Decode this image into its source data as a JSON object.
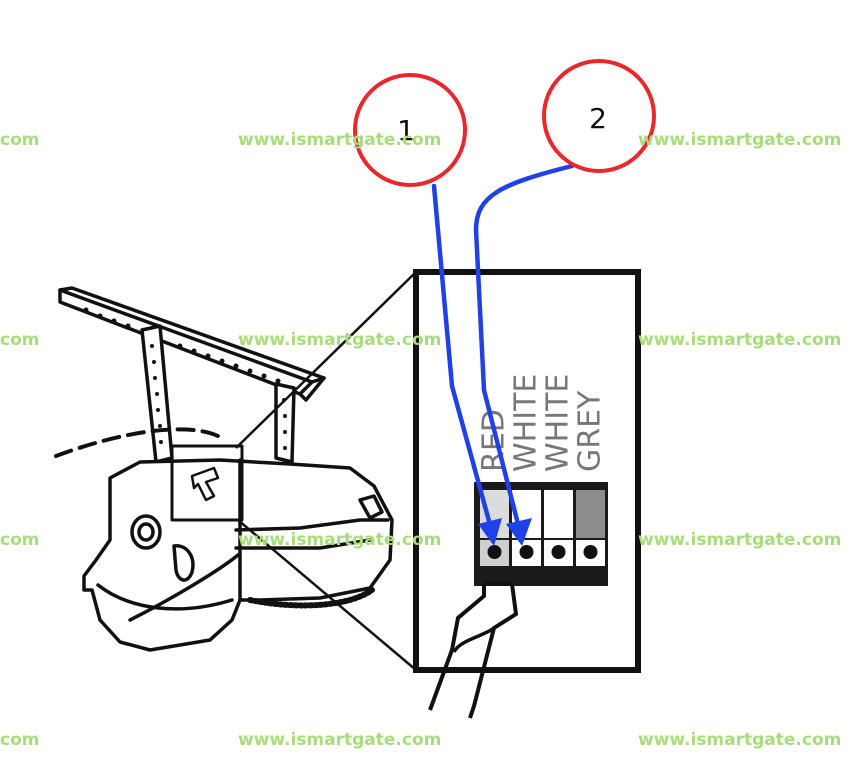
{
  "watermark": {
    "text": "www.ismartgate.com",
    "partial_text": "com",
    "color": "#a9dd7b"
  },
  "callouts": [
    {
      "number": "1",
      "wire_color": "#2040e8"
    },
    {
      "number": "2",
      "wire_color": "#2040e8"
    }
  ],
  "callout_ring_color": "#e8282a",
  "terminals": [
    {
      "label": "RED",
      "shade": "#dcdcdc"
    },
    {
      "label": "WHITE",
      "shade": "#ffffff"
    },
    {
      "label": "WHITE",
      "shade": "#ffffff"
    },
    {
      "label": "GREY",
      "shade": "#8c8c8c"
    }
  ],
  "label_color": "#777777"
}
